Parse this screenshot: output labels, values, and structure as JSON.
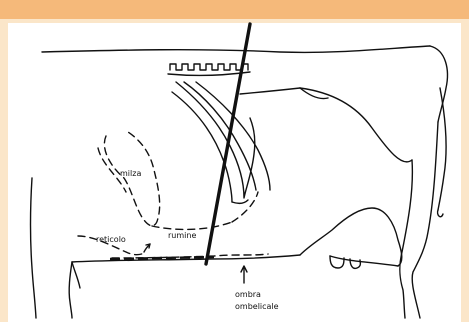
{
  "colors": {
    "header_bar": "#f5b97a",
    "page_background": "#fbe6c9",
    "panel_background": "#ffffff",
    "ink": "#111111"
  },
  "labels": {
    "milza": "milza",
    "rumine": "rumine",
    "reticolo": "reticolo",
    "ombra_line1": "ombra",
    "ombra_line2": "ombelicale"
  }
}
